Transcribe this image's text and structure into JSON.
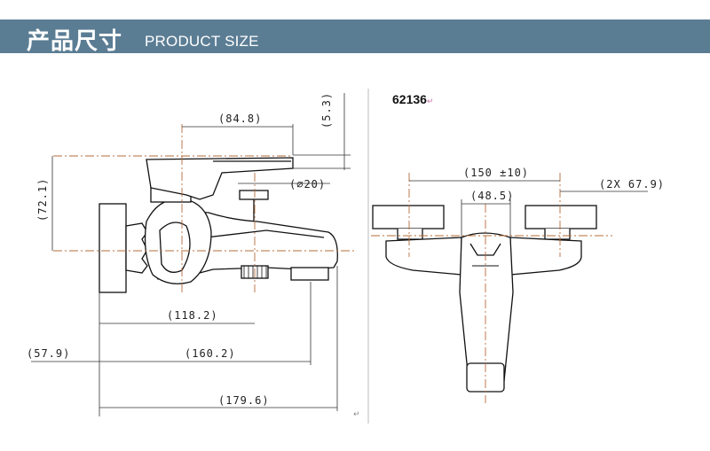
{
  "header": {
    "title_cn": "产品尺寸",
    "title_en": "PRODUCT SIZE",
    "background_color": "#5b7d94",
    "text_color": "#ffffff"
  },
  "model": {
    "number": "62136",
    "return_mark": "↵"
  },
  "dimensions": {
    "handle_length": "(84.8)",
    "handle_offset": "(5.3)",
    "height": "(72.1)",
    "knob_diameter": "(∅20)",
    "outlet_to_wall": "(118.2)",
    "spout_length": "(160.2)",
    "total_length": "(179.6)",
    "wall_offset": "(57.9)",
    "center_distance": "(150 ±10)",
    "body_width": "(48.5)",
    "eccentric": "(2X 67.9)"
  },
  "end_mark": "↵"
}
